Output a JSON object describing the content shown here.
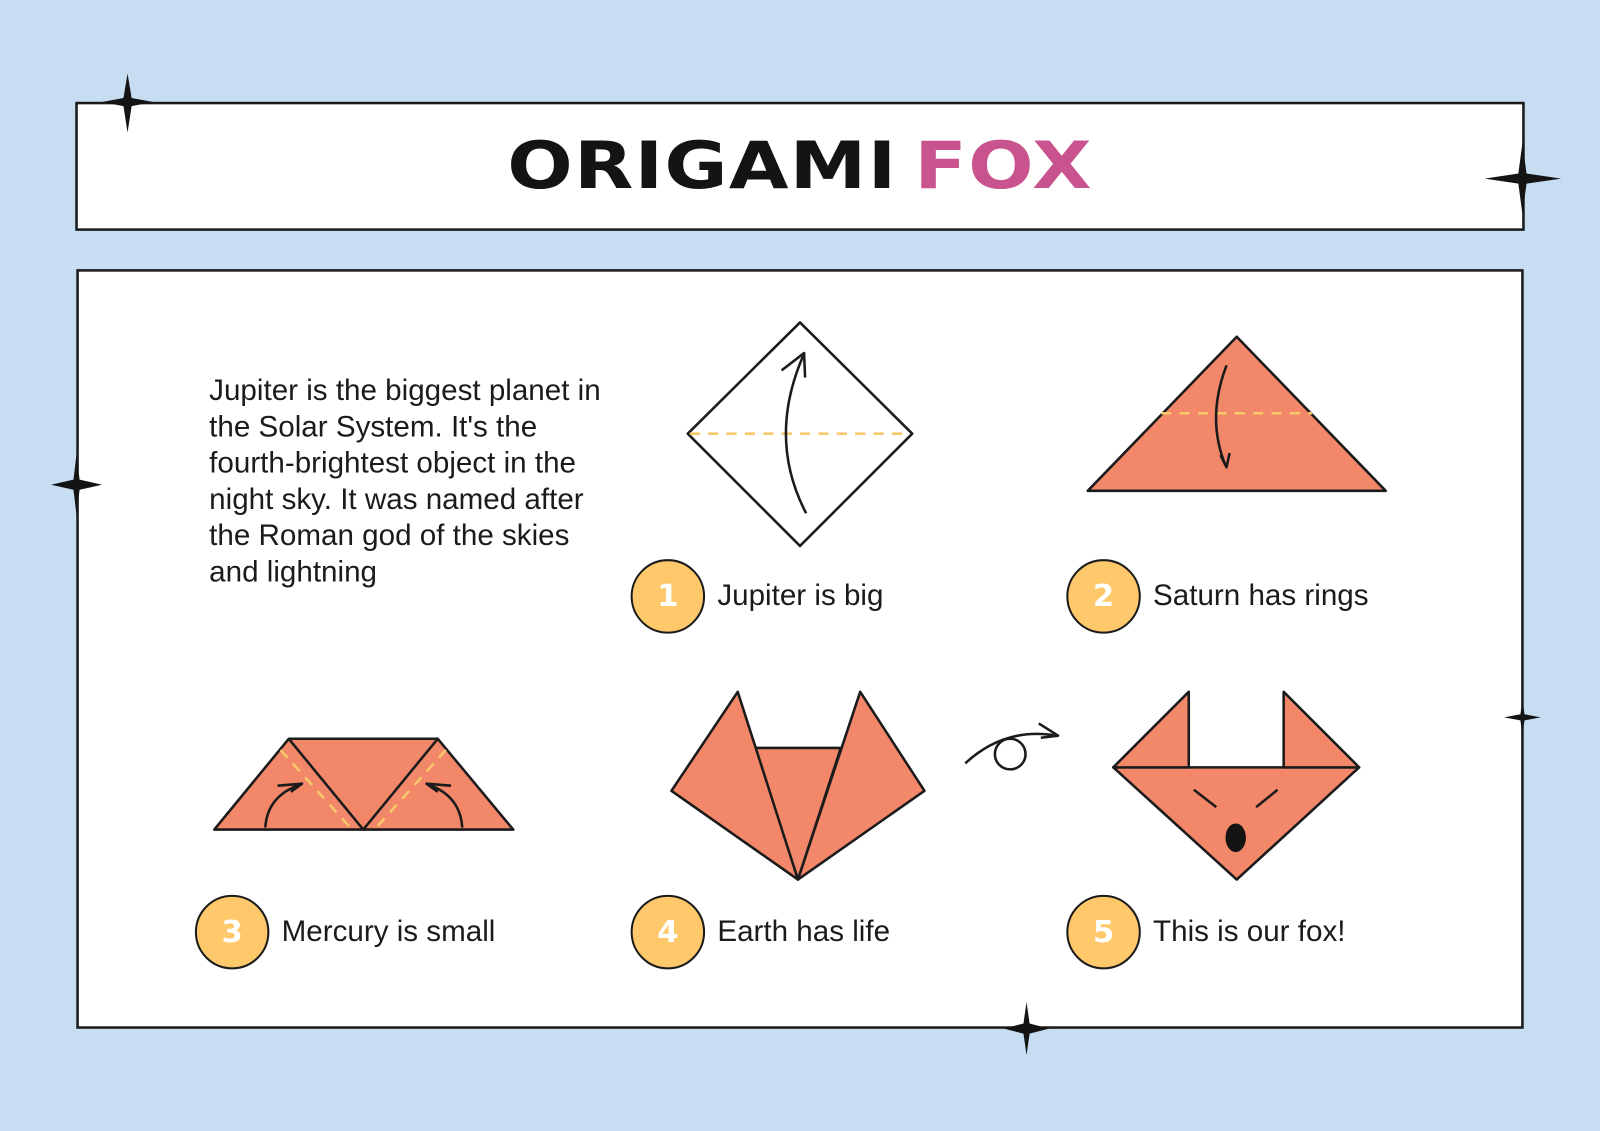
{
  "title": {
    "part1": "ORIGAMI",
    "part2": "FOX"
  },
  "description": "Jupiter is the biggest planet in the Solar System. It's the fourth-brightest object in the night sky. It was named after the Roman god of the skies and lightning",
  "steps": [
    {
      "number": "1",
      "label": "Jupiter is big"
    },
    {
      "number": "2",
      "label": "Saturn has rings"
    },
    {
      "number": "3",
      "label": "Mercury is small"
    },
    {
      "number": "4",
      "label": "Earth has life"
    },
    {
      "number": "5",
      "label": "This is our fox!"
    }
  ],
  "colors": {
    "background": "#c7ddf1",
    "paper": "#f2876a",
    "badge": "#ffc96b",
    "accent": "#c9538e",
    "fold_line": "#f7c96a"
  }
}
